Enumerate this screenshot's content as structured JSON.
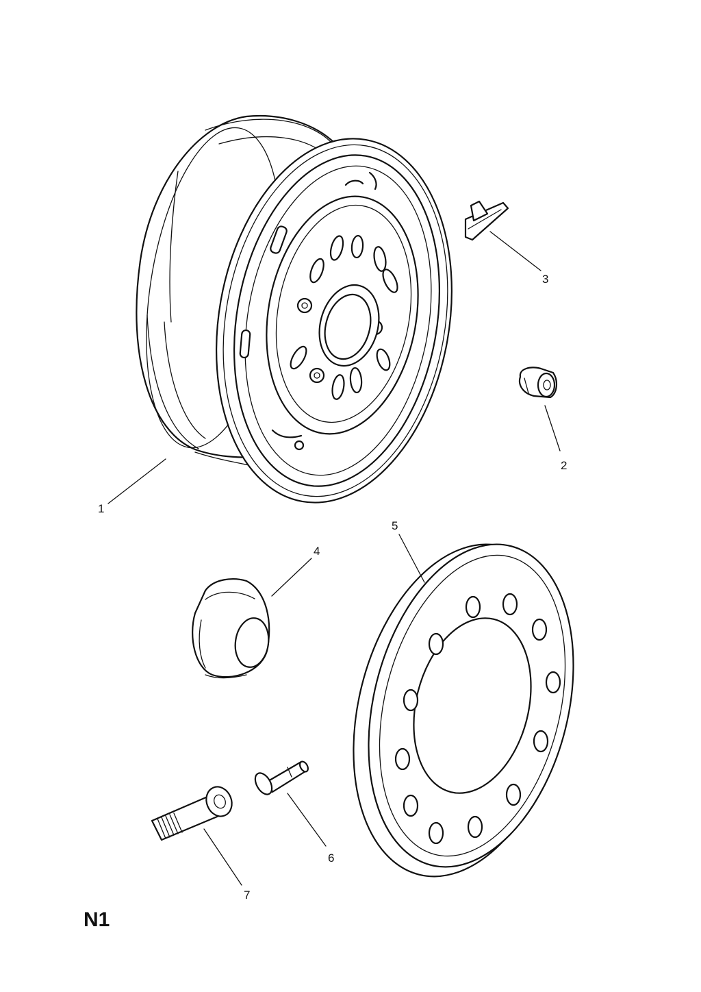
{
  "diagram": {
    "page_code": "N1",
    "callouts": [
      "1",
      "2",
      "3",
      "4",
      "5",
      "6",
      "7"
    ],
    "parts": [
      {
        "callout": "1",
        "icon": "steel-wheel-rim-icon"
      },
      {
        "callout": "2",
        "icon": "wheel-nut-icon"
      },
      {
        "callout": "3",
        "icon": "balance-weight-icon"
      },
      {
        "callout": "4",
        "icon": "center-cap-icon"
      },
      {
        "callout": "5",
        "icon": "wheel-trim-cover-icon"
      },
      {
        "callout": "6",
        "icon": "tyre-valve-icon"
      },
      {
        "callout": "7",
        "icon": "wheel-stud-icon"
      }
    ],
    "line_color": "#111111",
    "background": "#ffffff"
  }
}
